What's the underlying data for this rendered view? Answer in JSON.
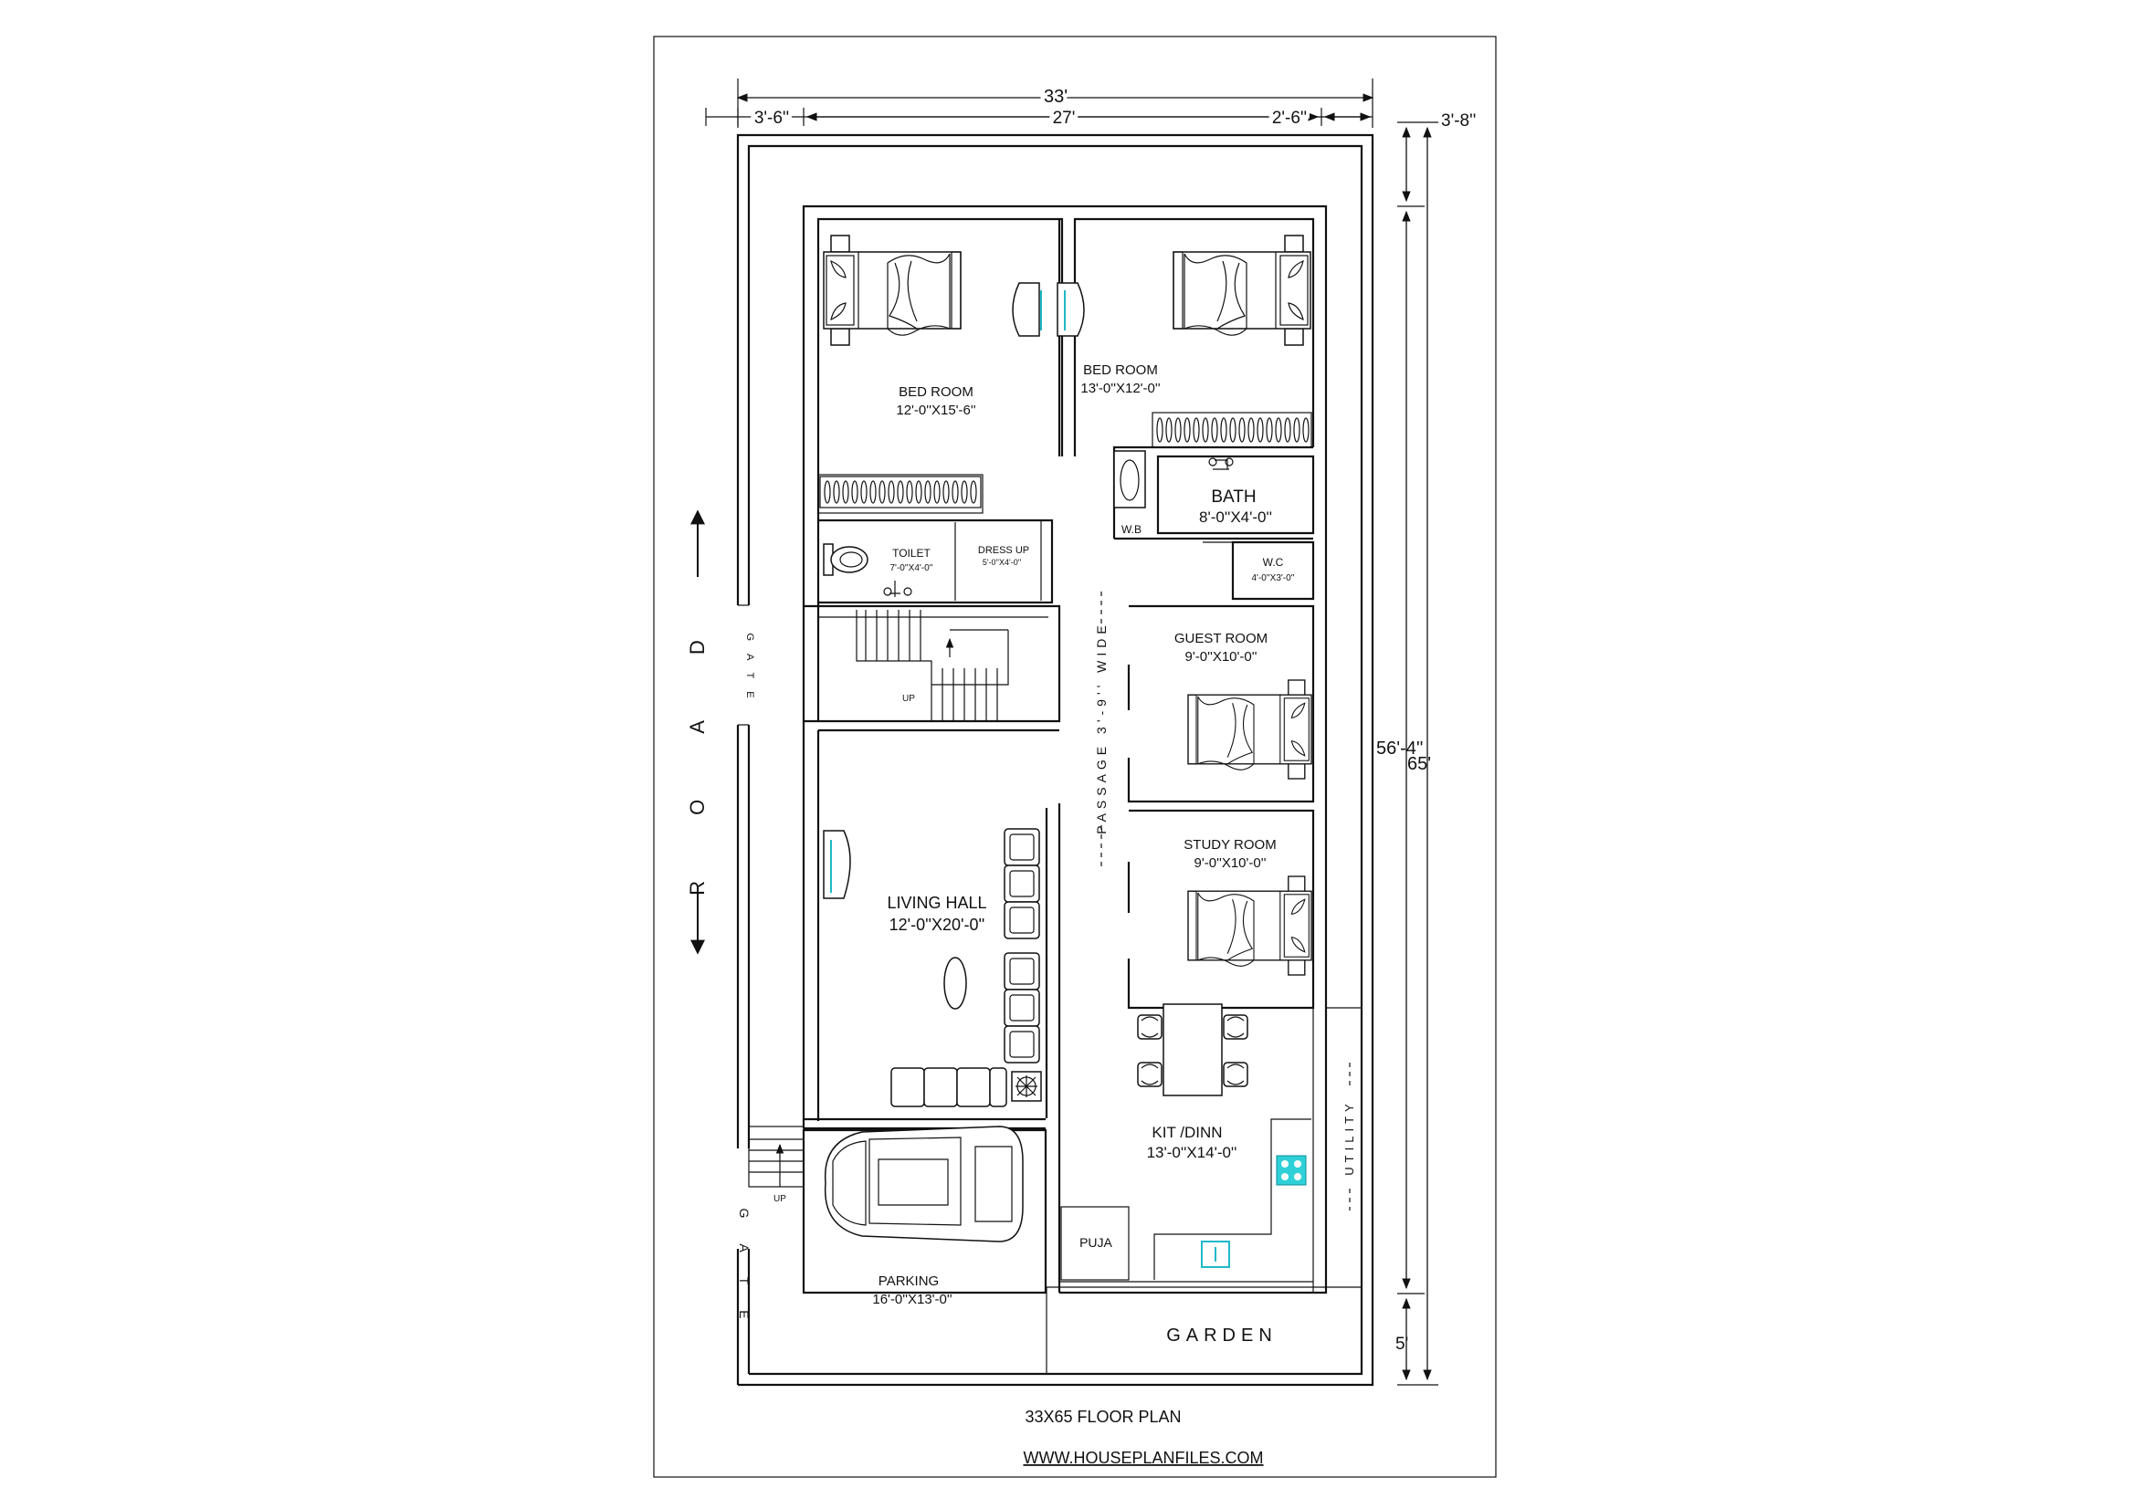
{
  "dimensions": {
    "total_width": "33'",
    "left_setback": "3'-6''",
    "inner_width": "27'",
    "right_setback": "2'-6''",
    "top_setback": "3'-8''",
    "building_length": "56'-4''",
    "total_length": "65'",
    "bottom_setback": "5'"
  },
  "rooms": {
    "bedroom1": {
      "name": "BED ROOM",
      "size": "12'-0''X15'-6''"
    },
    "bedroom2": {
      "name": "BED ROOM",
      "size": "13'-0''X12'-0''"
    },
    "bath": {
      "name": "BATH",
      "size": "8'-0''X4'-0''"
    },
    "wb": "W.B",
    "wc": {
      "name": "W.C",
      "size": "4'-0''X3'-0''"
    },
    "toilet": {
      "name": "TOILET",
      "size": "7'-0''X4'-0''"
    },
    "dressup": {
      "name": "DRESS UP",
      "size": "5'-0''X4'-0''"
    },
    "guest": {
      "name": "GUEST ROOM",
      "size": "9'-0''X10'-0''"
    },
    "study": {
      "name": "STUDY ROOM",
      "size": "9'-0''X10'-0''"
    },
    "living": {
      "name": "LIVING HALL",
      "size": "12'-0''X20'-0''"
    },
    "kitchen": {
      "name": "KIT /DINN",
      "size": "13'-0''X14'-0''"
    },
    "puja": "PUJA",
    "parking": {
      "name": "PARKING",
      "size": "16'-0''X13'-0''"
    },
    "garden": "GARDEN",
    "utility": "UTILITY",
    "passage": "PASSAGE 3'-9'' WIDE"
  },
  "labels": {
    "up_stair": "UP",
    "up_steps": "UP",
    "gate_top": "GATE",
    "gate_bottom": "GATE",
    "road": "ROAD"
  },
  "footer": {
    "title": "33X65 FLOOR  PLAN",
    "website": "WWW.HOUSEPLANFILES.COM"
  },
  "colors": {
    "line": "#111111",
    "fixture_accent": "#1fb8c9"
  }
}
